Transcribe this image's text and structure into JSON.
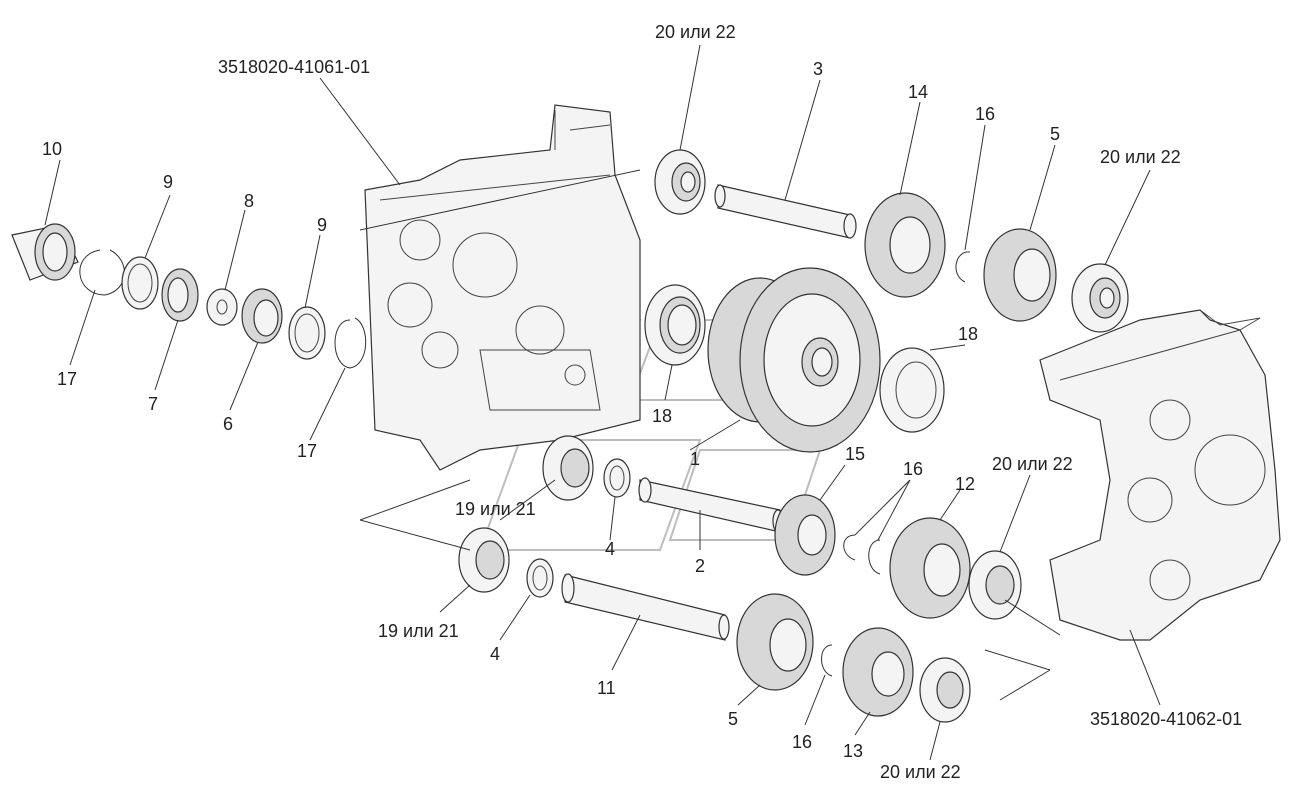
{
  "labels": {
    "top_bearing": "20 или 22",
    "housing_left_code": "3518020-41061-01",
    "housing_right_code": "3518020-41062-01",
    "p1": "1",
    "p2": "2",
    "p3": "3",
    "p4a": "4",
    "p4b": "4",
    "p5a": "5",
    "p5b": "5",
    "p6": "6",
    "p7": "7",
    "p8": "8",
    "p9a": "9",
    "p9b": "9",
    "p10": "10",
    "p11": "11",
    "p12": "12",
    "p13": "13",
    "p14": "14",
    "p15": "15",
    "p16a": "16",
    "p16b": "16",
    "p16c": "16",
    "p17a": "17",
    "p17b": "17",
    "p18a": "18",
    "p18b": "18",
    "b1921a": "19 или 21",
    "b1921b": "19 или 21",
    "b2022b": "20 или 22",
    "b2022c": "20 или 22",
    "b2022d": "20 или 22"
  }
}
